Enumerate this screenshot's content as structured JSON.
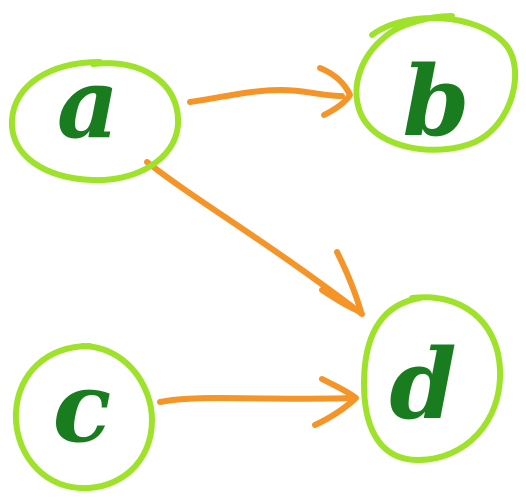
{
  "colors": {
    "node_stroke": "#9ee22a",
    "node_text": "#197c1f",
    "edge": "#f59427",
    "background": "#ffffff"
  },
  "nodes": [
    {
      "id": "a",
      "label": "a"
    },
    {
      "id": "b",
      "label": "b"
    },
    {
      "id": "c",
      "label": "c"
    },
    {
      "id": "d",
      "label": "d"
    }
  ],
  "edges": [
    {
      "from": "a",
      "to": "b"
    },
    {
      "from": "a",
      "to": "d"
    },
    {
      "from": "c",
      "to": "d"
    }
  ]
}
